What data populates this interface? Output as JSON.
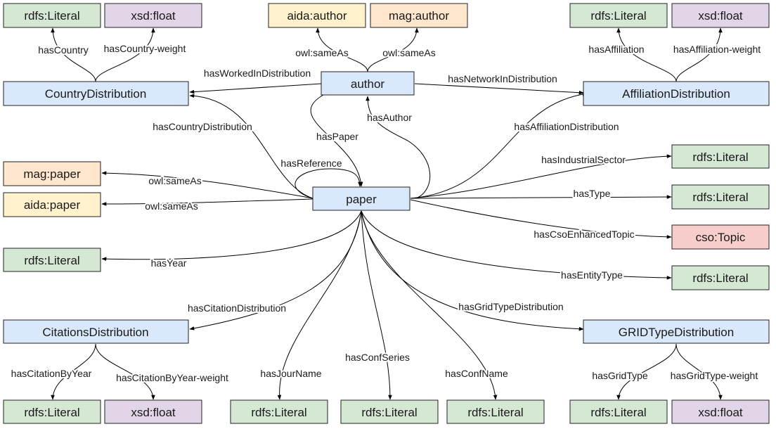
{
  "colors": {
    "class": "#dae8fc",
    "literal": "#d5e8d4",
    "float": "#e1d5e7",
    "aida": "#fff2cc",
    "mag": "#ffe6cc",
    "topic": "#f8cecc"
  },
  "nodes": {
    "country_literal": {
      "label": "rdfs:Literal",
      "kind": "literal"
    },
    "country_float": {
      "label": "xsd:float",
      "kind": "float"
    },
    "aida_author": {
      "label": "aida:author",
      "kind": "aida"
    },
    "mag_author": {
      "label": "mag:author",
      "kind": "mag"
    },
    "affil_literal": {
      "label": "rdfs:Literal",
      "kind": "literal"
    },
    "affil_float": {
      "label": "xsd:float",
      "kind": "float"
    },
    "country_dist": {
      "label": "CountryDistribution",
      "kind": "class"
    },
    "author": {
      "label": "author",
      "kind": "class"
    },
    "affil_dist": {
      "label": "AffiliationDistribution",
      "kind": "class"
    },
    "mag_paper": {
      "label": "mag:paper",
      "kind": "mag"
    },
    "aida_paper": {
      "label": "aida:paper",
      "kind": "aida"
    },
    "paper": {
      "label": "paper",
      "kind": "class"
    },
    "industrial_literal": {
      "label": "rdfs:Literal",
      "kind": "literal"
    },
    "type_literal": {
      "label": "rdfs:Literal",
      "kind": "literal"
    },
    "cso_topic": {
      "label": "cso:Topic",
      "kind": "topic"
    },
    "year_literal": {
      "label": "rdfs:Literal",
      "kind": "literal"
    },
    "entity_literal": {
      "label": "rdfs:Literal",
      "kind": "literal"
    },
    "citations_dist": {
      "label": "CitationsDistribution",
      "kind": "class"
    },
    "grid_dist": {
      "label": "GRIDTypeDistribution",
      "kind": "class"
    },
    "cit_literal": {
      "label": "rdfs:Literal",
      "kind": "literal"
    },
    "cit_float": {
      "label": "xsd:float",
      "kind": "float"
    },
    "jour_literal": {
      "label": "rdfs:Literal",
      "kind": "literal"
    },
    "confseries_literal": {
      "label": "rdfs:Literal",
      "kind": "literal"
    },
    "confname_literal": {
      "label": "rdfs:Literal",
      "kind": "literal"
    },
    "grid_literal": {
      "label": "rdfs:Literal",
      "kind": "literal"
    },
    "grid_float": {
      "label": "xsd:float",
      "kind": "float"
    }
  },
  "edges": {
    "hasCountry": "hasCountry",
    "hasCountry_weight": "hasCountry-weight",
    "author_sameAs_aida": "owl:sameAs",
    "author_sameAs_mag": "owl:sameAs",
    "hasAffiliation": "hasAffiliation",
    "hasAffiliation_weight": "hasAffiliation-weight",
    "hasWorkedInDistribution": "hasWorkedInDistribution",
    "hasNetworkInDistribution": "hasNetworkInDistribution",
    "hasCountryDistribution": "hasCountryDistribution",
    "hasPaper": "hasPaper",
    "hasAuthor": "hasAuthor",
    "hasAffiliationDistribution": "hasAffiliationDistribution",
    "hasReference": "hasReference",
    "paper_sameAs_mag": "owl:sameAs",
    "paper_sameAs_aida": "owl:sameAs",
    "hasIndustrialSector": "hasIndustrialSector",
    "hasType": "hasType",
    "hasCsoEnhancedTopic": "hasCsoEnhancedTopic",
    "hasYear": "hasYear",
    "hasEntityType": "hasEntityType",
    "hasCitationDistribution": "hasCitationDistribution",
    "hasGridTypeDistribution": "hasGridTypeDistribution",
    "hasJourName": "hasJourName",
    "hasConfSeries": "hasConfSeries",
    "hasConfName": "hasConfName",
    "hasCitationByYear": "hasCitationByYear",
    "hasCitationByYear_weight": "hasCitationByYear-weight",
    "hasGridType": "hasGridType",
    "hasGridType_weight": "hasGridType-weight"
  }
}
